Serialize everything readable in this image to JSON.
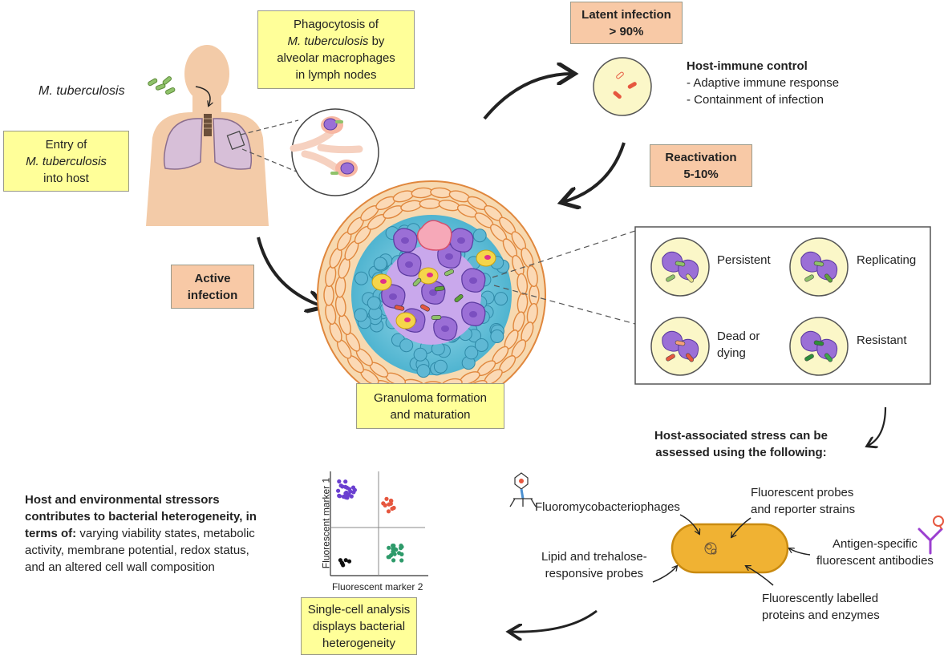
{
  "entry_box": {
    "line1": "Entry of",
    "line2": "M. tuberculosis",
    "line3": "into host"
  },
  "mtb_label": "M. tuberculosis",
  "phagocytosis_box": {
    "line1": "Phagocytosis of",
    "line2_italic": "M. tuberculosis",
    "line2_rest": " by",
    "line3": "alveolar macrophages",
    "line4": "in lymph nodes"
  },
  "latent_box": {
    "line1": "Latent infection",
    "line2": "> 90%"
  },
  "host_immune": {
    "title": "Host-immune control",
    "item1": "- Adaptive immune response",
    "item2": "- Containment of infection"
  },
  "reactivation_box": {
    "line1": "Reactivation",
    "line2": "5-10%"
  },
  "active_box": {
    "line1": "Active",
    "line2": "infection"
  },
  "granuloma_box": {
    "line1": "Granuloma formation",
    "line2": "and maturation"
  },
  "states": {
    "persistent": "Persistent",
    "replicating": "Replicating",
    "dead_line1": "Dead or",
    "dead_line2": "dying",
    "resistant": "Resistant"
  },
  "stress_heading": {
    "line1": "Host-associated stress can be",
    "line2": "assessed using the following:"
  },
  "probes": {
    "phages": "Fluoromycobacteriophages",
    "reporter_line1": "Fluorescent probes",
    "reporter_line2": "and reporter strains",
    "antibody_line1": "Antigen-specific",
    "antibody_line2": "fluorescent antibodies",
    "lipid_line1": "Lipid and trehalose-",
    "lipid_line2": "responsive probes",
    "labelled_line1": "Fluorescently labelled",
    "labelled_line2": "proteins and enzymes"
  },
  "stressors": {
    "bold1": "Host and environmental stressors",
    "bold2": "contributes to bacterial heterogeneity, in",
    "bold3": "terms of:",
    "rest3": " varying viability states, metabolic",
    "line4": "activity, membrane potential, redox status,",
    "line5": "and an altered cell wall composition"
  },
  "scatter": {
    "xlabel": "Fluorescent marker 2",
    "ylabel": "Fluorescent marker 1"
  },
  "single_cell_box": {
    "line1": "Single-cell analysis",
    "line2": "displays bacterial",
    "line3": "heterogeneity"
  },
  "colors": {
    "box_yellow": "#ffff99",
    "box_orange": "#f8c9a6",
    "skin": "#f3cba8",
    "macrophage": "#9b6fd6",
    "bacterium_green": "#8fc26a",
    "bacterium_red": "#e6573f",
    "granuloma_blue": "#62c0d8",
    "fibroblast_orange": "#f2a36a",
    "cell_body": "#f0b233"
  }
}
